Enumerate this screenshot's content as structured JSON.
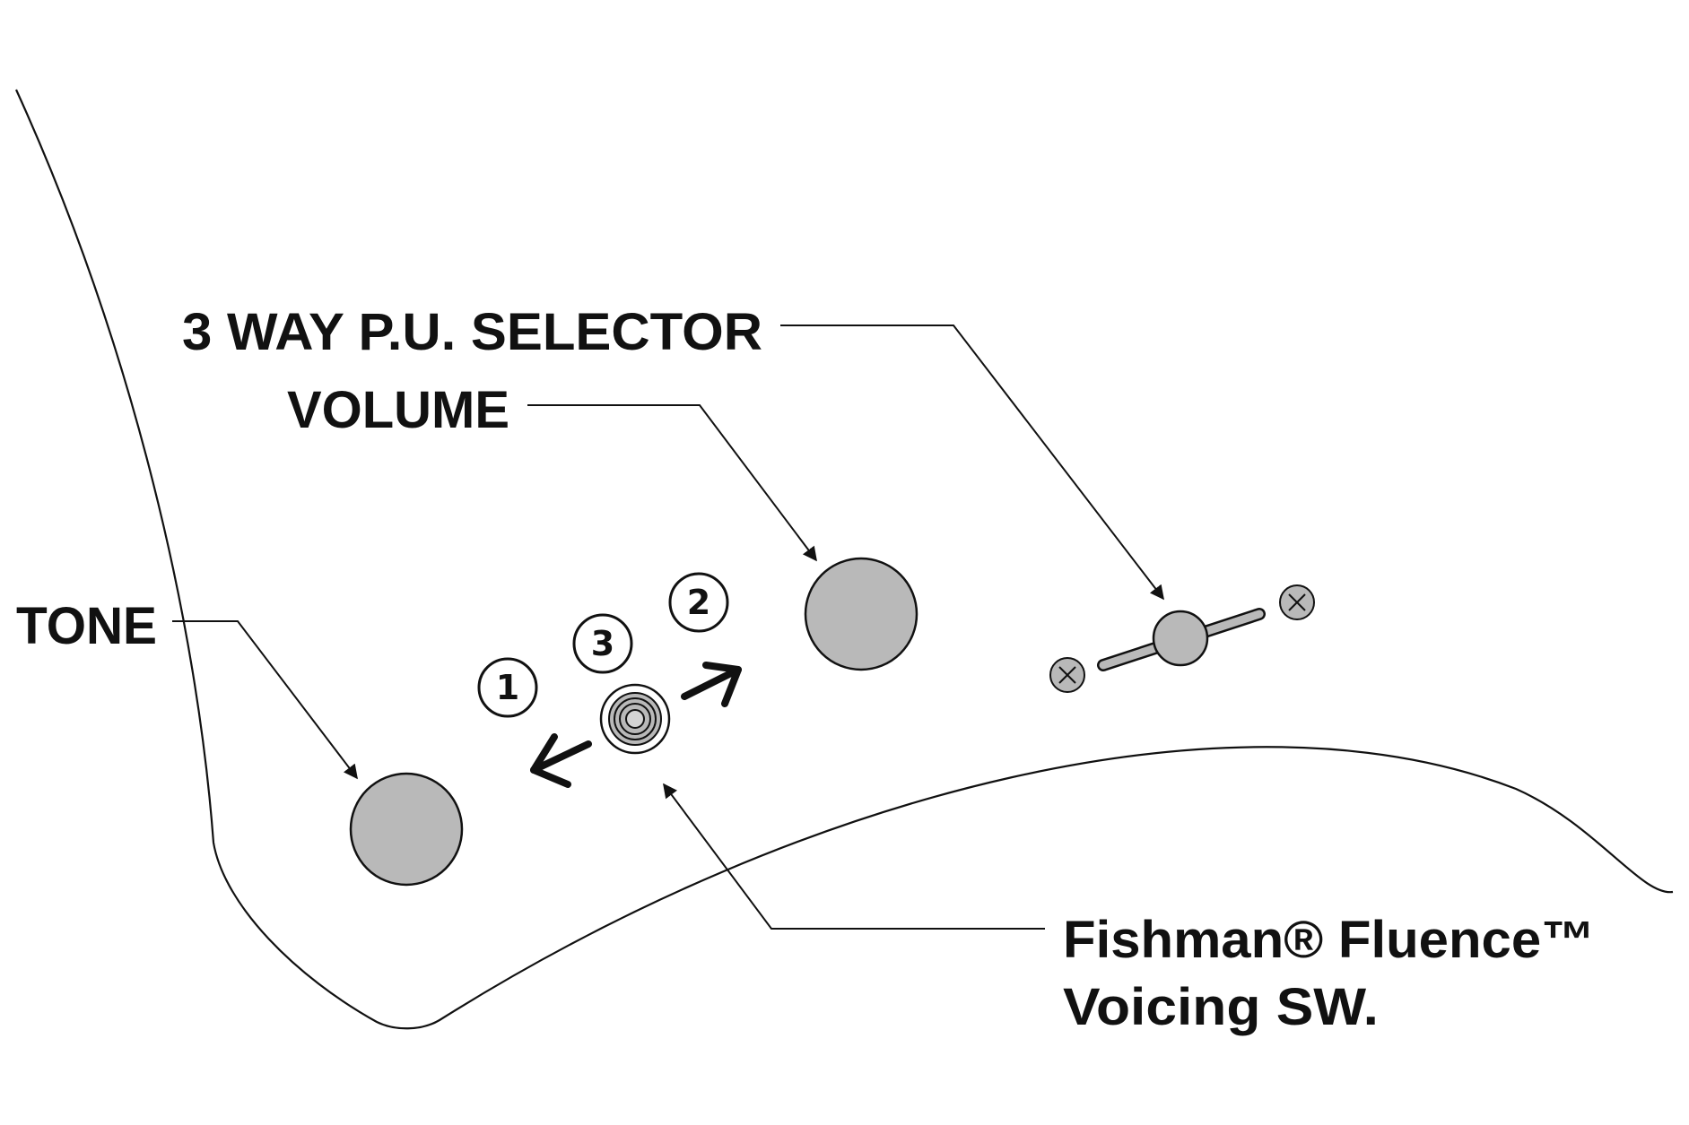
{
  "labels": {
    "selector": "3 WAY P.U. SELECTOR",
    "volume": "VOLUME",
    "tone": "TONE",
    "fishman_line1": "Fishman® Fluence™",
    "fishman_line2": "Voicing SW."
  },
  "positions": {
    "one": "1",
    "two": "2",
    "three": "3"
  },
  "colors": {
    "knob_fill": "#b9b9b9",
    "line": "#111111",
    "background": "#ffffff"
  }
}
